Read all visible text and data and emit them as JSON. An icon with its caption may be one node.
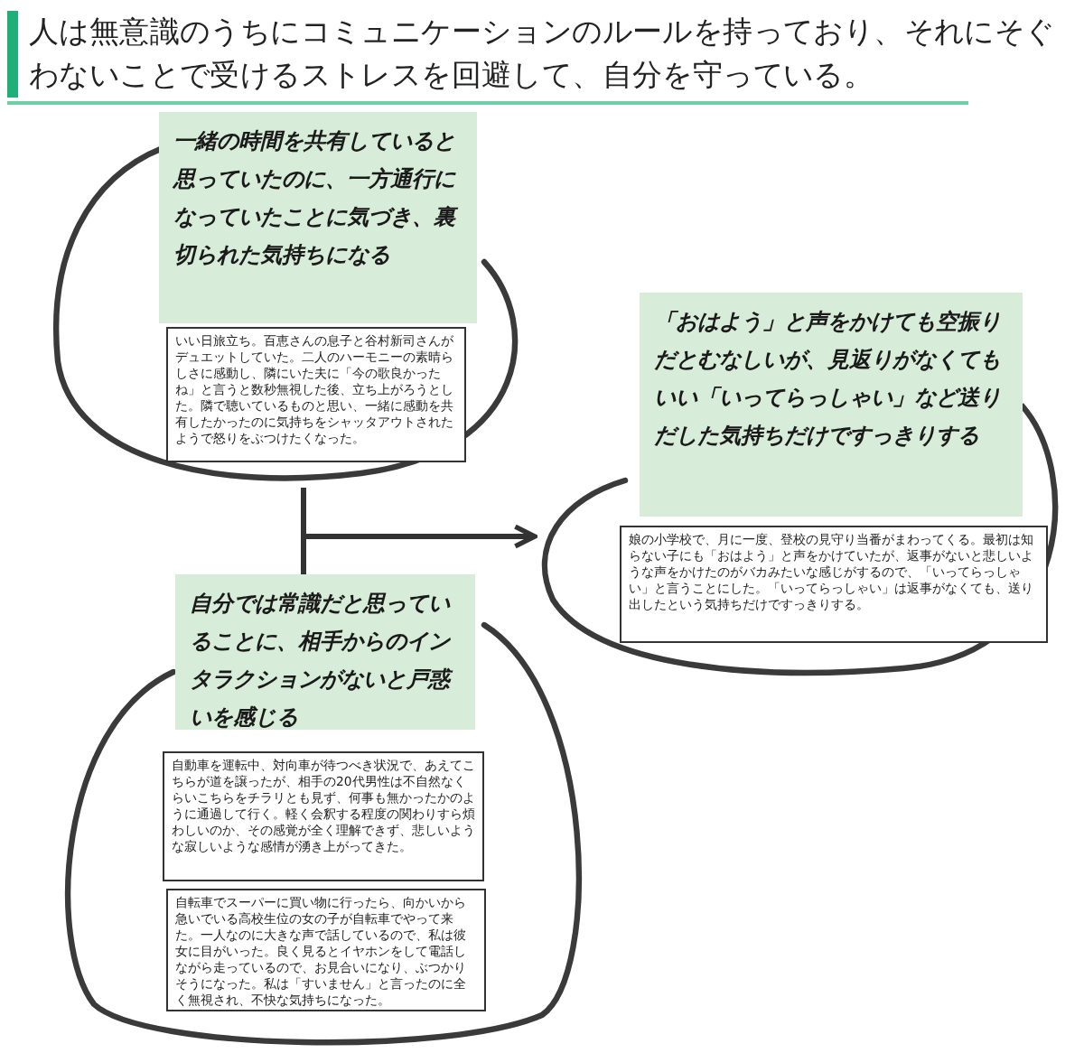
{
  "diagram": {
    "title": "人は無意識のうちにコミュニケーションのルールを持っており、それにそぐわないことで受けるストレスを回避して、自分を守っている。",
    "nodes": [
      {
        "text": [],
        "shape": "loop"
      },
      {
        "text": [
          "一緒の時間を共有していると思っていたのに、一方通行になっていたことに気づき、裏切られた気持ちになる"
        ],
        "in": 0
      },
      {
        "text": [
          "いい日旅立ち。百恵さんの息子と谷村新司さんがデュエットしていた。二人のハーモニーの素晴らしさに感動し、隣にいた夫に「今の歌良かったね」と言うと数秒無視した後、立ち上がろうとした。隣で聴いているものと思い、一緒に感動を共有したかったのに気持ちをシャッタアウトされたようで怒りをぶつけたくなった。"
        ],
        "in": 0
      },
      {
        "text": [],
        "shape": "loop"
      },
      {
        "text": [
          "「おはよう」と声をかけても空振りだとむなしいが、見返りがなくてもいい「いってらっしゃい」など送りだした気持ちだけですっきりする"
        ],
        "in": 3
      },
      {
        "text": [
          "娘の小学校で、月に一度、登校の見守り当番がまわってくる。最初は知らない子にも「おはよう」と声をかけていたが、返事がないと悲しいような声をかけたのがバカみたいな感じがするので、「いってらっしゃい」と言うことにした。「いってらっしゃい」は返事がなくても、送り出したという気持ちだけですっきりする。"
        ],
        "in": 3
      },
      {
        "text": [],
        "shape": "loop"
      },
      {
        "text": [
          "自分では常識だと思っていることに、相手からのインタラクションがないと戸惑いを感じる"
        ],
        "in": 6
      },
      {
        "text": [
          "自動車を運転中、対向車が待つべき状況で、あえてこちらが道を譲ったが、相手の20代男性は不自然なくらいこちらをチラリとも見ず、何事も無かったかのように通過して行く。軽く会釈する程度の関わりすら煩わしいのか、その感覚が全く理解できず、悲しいような寂しいような感情が湧き上がってきた。"
        ],
        "in": 6
      },
      {
        "text": [
          "自転車でスーパーに買い物に行ったら、向かいから急いでいる高校生位の女の子が自転車でやって来た。一人なのに大きな声で話しているので、私は彼女に目がいった。良く見るとイヤホンをして電話しながら走っているので、お見合いになり、ぶつかりそうになった。私は「すいません」と言ったのに全く無視され、不快な気持ちになった。"
        ],
        "in": 6
      }
    ],
    "edges": [
      {
        "from": 0,
        "to": 3,
        "arrow": "to"
      },
      {
        "from": 7,
        "to": 3,
        "arrow": "to"
      }
    ]
  }
}
